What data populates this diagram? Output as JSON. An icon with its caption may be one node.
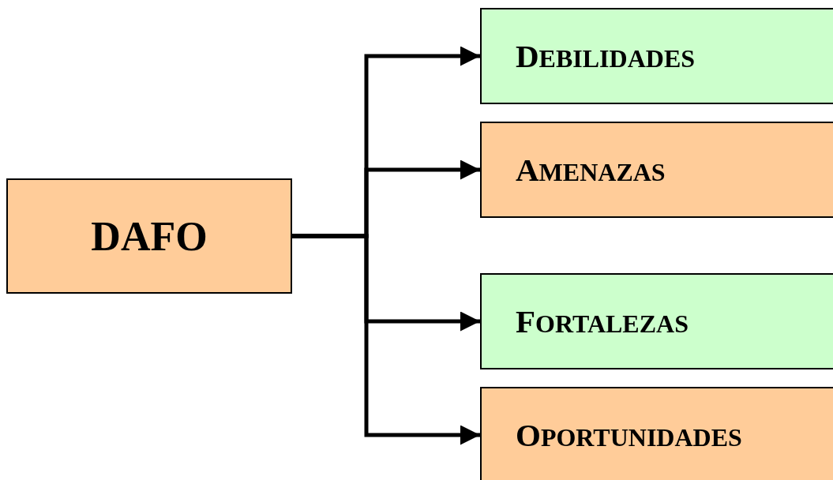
{
  "diagram": {
    "nodes": [
      {
        "text": [
          "DAFO"
        ]
      },
      {
        "text": [
          "DEBILIDADES"
        ]
      },
      {
        "text": [
          "AMENAZAS"
        ]
      },
      {
        "text": [
          "FORTALEZAS"
        ]
      },
      {
        "text": [
          "OPORTUNIDADES"
        ]
      }
    ],
    "edges": [
      {
        "from": 0,
        "to": 1,
        "arrow": "to"
      },
      {
        "from": 0,
        "to": 2,
        "arrow": "to"
      },
      {
        "from": 0,
        "to": 3,
        "arrow": "to"
      },
      {
        "from": 0,
        "to": 4,
        "arrow": "to"
      }
    ]
  }
}
